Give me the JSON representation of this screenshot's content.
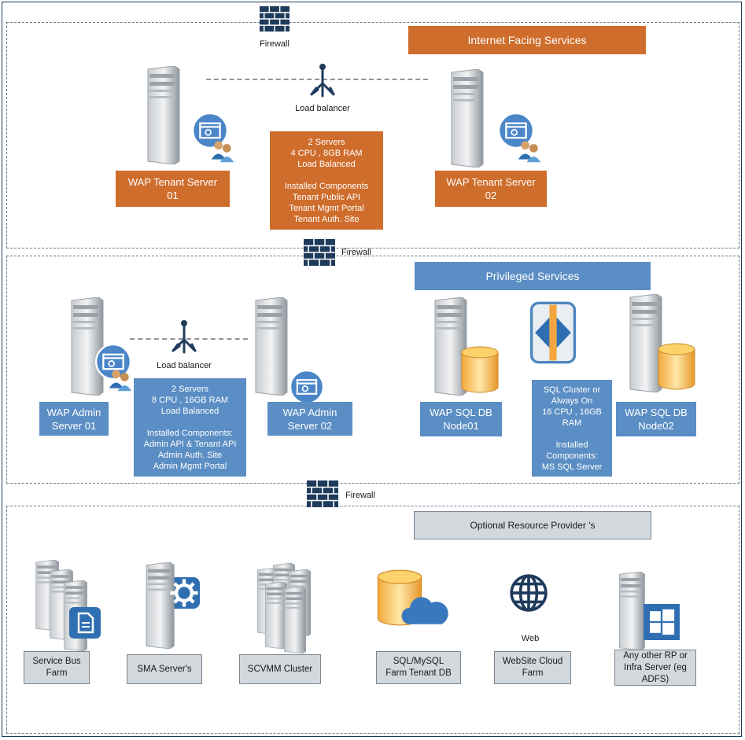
{
  "firewall_label": "Firewall",
  "lb_label": "Load balancer",
  "internet": {
    "header": "Internet Facing Services",
    "server1": "WAP Tenant Server\n01",
    "server2": "WAP Tenant Server\n02",
    "spec": "2 Servers\n4 CPU , 8GB RAM\nLoad Balanced\n\nInstalled Components\nTenant Public API\nTenant Mgmt Portal\nTenant Auth. Site"
  },
  "privileged": {
    "header": "Privileged Services",
    "admin1": "WAP Admin\nServer 01",
    "admin2": "WAP Admin\nServer 02",
    "admin_spec": "2 Servers\n8 CPU , 16GB RAM\nLoad Balanced\n\nInstalled Components:\nAdmin API & Tenant API\nAdmin Auth. Site\nAdmin Mgmt Portal",
    "sql1": "WAP SQL DB\nNode01",
    "sql2": "WAP SQL DB\nNode02",
    "sql_spec": "SQL Cluster or\nAlways On\n16 CPU , 16GB RAM\n\nInstalled\nComponents:\nMS SQL Server"
  },
  "optional": {
    "header": "Optional Resource Provider 's",
    "web_label": "Web",
    "providers": [
      "Service Bus\nFarm",
      "SMA Server's",
      "SCVMM Cluster",
      "SQL/MySQL\nFarm Tenant DB",
      "WebSite Cloud\nFarm",
      "Any other RP or\nInfra Server (eg\nADFS)"
    ]
  },
  "colors": {
    "orange": "#cf6d2c",
    "blue": "#5b8ec4",
    "grey": "#d3d8dd",
    "navy": "#1f3b5c"
  }
}
